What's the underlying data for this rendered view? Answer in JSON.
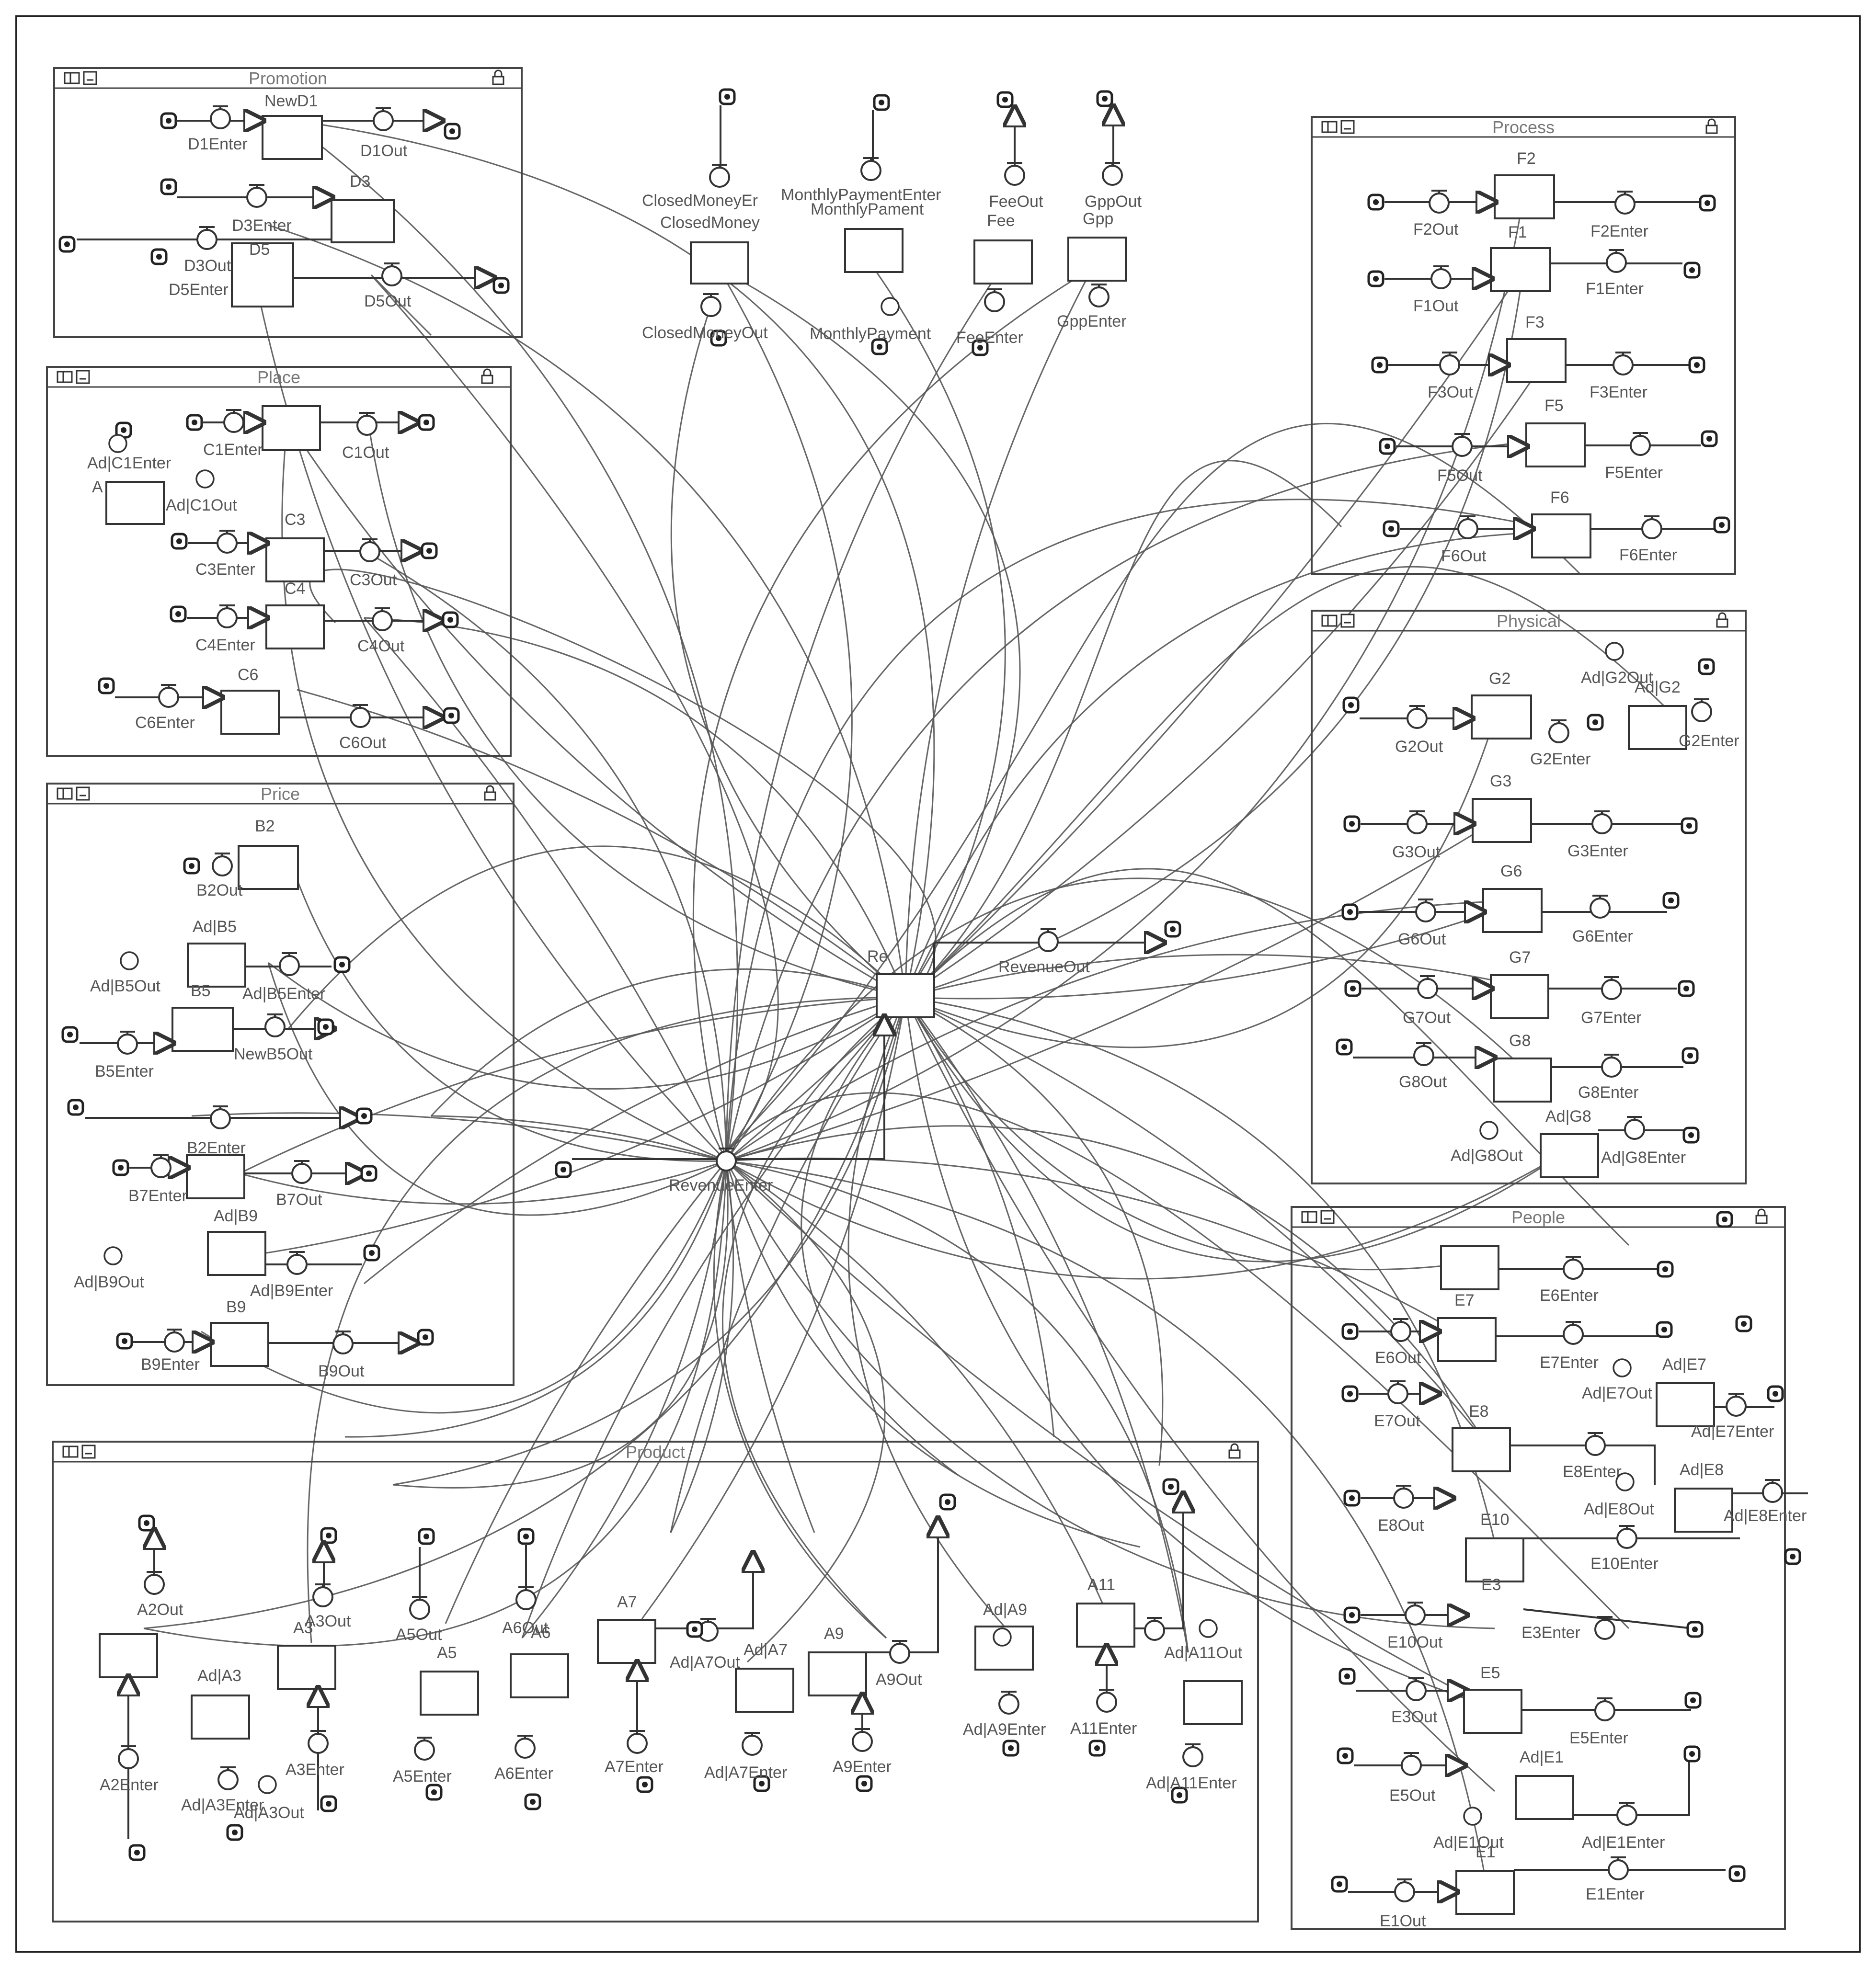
{
  "sectors": {
    "promotion": "Promotion",
    "place": "Place",
    "price": "Price",
    "process": "Process",
    "physical": "Physical",
    "people": "People",
    "product": "Product"
  },
  "labels": {
    "NewD1": "NewD1",
    "D1Enter": "D1Enter",
    "D1Out": "D1Out",
    "D3": "D3",
    "D3Enter": "D3Enter",
    "D3Out": "D3Out",
    "D5": "D5",
    "D5Enter": "D5Enter",
    "D5Out": "D5Out",
    "C1Enter": "C1Enter",
    "C1Out": "C1Out",
    "AdC1Enter": "Ad|C1Enter",
    "AdC1Out": "Ad|C1Out",
    "A": "A",
    "C3": "C3",
    "C3Enter": "C3Enter",
    "C3Out": "C3Out",
    "C4": "C4",
    "C4Enter": "C4Enter",
    "C4Out": "C4Out",
    "C6": "C6",
    "C6Enter": "C6Enter",
    "C6Out": "C6Out",
    "B2": "B2",
    "B2Out": "B2Out",
    "AdB5": "Ad|B5",
    "AdB5Out": "Ad|B5Out",
    "B5": "B5",
    "AdB5Enter": "Ad|B5Enter",
    "B5Enter": "B5Enter",
    "NewB5Out": "NewB5Out",
    "B2Enter": "B2Enter",
    "B7Enter": "B7Enter",
    "B7Out": "B7Out",
    "AdB9": "Ad|B9",
    "AdB9Out": "Ad|B9Out",
    "AdB9Enter": "Ad|B9Enter",
    "B9": "B9",
    "B9Enter": "B9Enter",
    "B9Out": "B9Out",
    "ClosedMoneyEnter": "ClosedMoneyEr",
    "ClosedMoney": "ClosedMoney",
    "ClosedMoneyOut": "ClosedMoneyOut",
    "MonthlyPaymentEnter": "MonthlyPaymentEnter",
    "MonthlyPament": "MonthlyPament",
    "MonthlyPaymentO": "MonthlyPayment",
    "FeeOut": "FeeOut",
    "Fee": "Fee",
    "FeeEnter": "FeeEnter",
    "GppOut": "GppOut",
    "Gpp": "Gpp",
    "GppEnter": "GppEnter",
    "F2": "F2",
    "F2Out": "F2Out",
    "F2Enter": "F2Enter",
    "F1": "F1",
    "F1Out": "F1Out",
    "F1Enter": "F1Enter",
    "F3": "F3",
    "F3Out": "F3Out",
    "F3Enter": "F3Enter",
    "F5": "F5",
    "F5Out": "F5Out",
    "F5Enter": "F5Enter",
    "F6": "F6",
    "F6Out": "F6Out",
    "F6Enter": "F6Enter",
    "G2": "G2",
    "G2Out": "G2Out",
    "G2Enter": "G2Enter",
    "AdG2Out": "Ad|G2Out",
    "AdG2": "Ad|G2",
    "AdG2Enter": "G2Enter",
    "G3": "G3",
    "G3Out": "G3Out",
    "G3Enter": "G3Enter",
    "G6": "G6",
    "G6Out": "G6Out",
    "G6Enter": "G6Enter",
    "G7": "G7",
    "G7Out": "G7Out",
    "G7Enter": "G7Enter",
    "G8": "G8",
    "G8Out": "G8Out",
    "G8Enter": "G8Enter",
    "AdG8": "Ad|G8",
    "AdG8Out": "Ad|G8Out",
    "AdG8Enter": "Ad|G8Enter",
    "Revenue": "Re",
    "RevenueOut": "RevenueOut",
    "RevenueEnter": "RevenueEnter",
    "E6Enter": "E6Enter",
    "E7": "E7",
    "E6Out": "E6Out",
    "E7Enter": "E7Enter",
    "E7Out": "E7Out",
    "AdE7": "Ad|E7",
    "AdE7Out": "Ad|E7Out",
    "AdE7Enter": "Ad|E7Enter",
    "E8": "E8",
    "E8Enter": "E8Enter",
    "E8Out": "E8Out",
    "AdE8": "Ad|E8",
    "AdE8Out": "Ad|E8Out",
    "AdE8Enter": "Ad|E8Enter",
    "E10": "E10",
    "E10Enter": "E10Enter",
    "E10Out": "E10Out",
    "E3": "E3",
    "E3Enter": "E3Enter",
    "E3Out": "E3Out",
    "E5": "E5",
    "E5Enter": "E5Enter",
    "E5Out": "E5Out",
    "AdE1": "Ad|E1",
    "AdE1Out": "Ad|E1Out",
    "AdE1Enter": "Ad|E1Enter",
    "E1": "E1",
    "E1Enter": "E1Enter",
    "E1Out": "E1Out",
    "A2Out": "A2Out",
    "A2Enter": "A2Enter",
    "AdA3": "Ad|A3",
    "AdA3Enter": "Ad|A3Enter",
    "AdA3Out": "Ad|A3Out",
    "A3": "A3",
    "A3Out": "A3Out",
    "A3Enter": "A3Enter",
    "A5Out": "A5Out",
    "A5": "A5",
    "A5Enter": "A5Enter",
    "A6Out": "A6Out",
    "A6": "A6",
    "A6Enter": "A6Enter",
    "A7": "A7",
    "A7Out": "Ad|A7Out",
    "A7Enter": "A7Enter",
    "AdA7": "Ad|A7",
    "AdA7Enter": "Ad|A7Enter",
    "A9": "A9",
    "A9Out": "A9Out",
    "A9Enter": "A9Enter",
    "AdA9": "Ad|A9",
    "AdA9Enter": "Ad|A9Enter",
    "A11": "A11",
    "A11Enter": "A11Enter",
    "AdA11Out": "Ad|A11Out",
    "AdA11Enter": "Ad|A11Enter"
  }
}
